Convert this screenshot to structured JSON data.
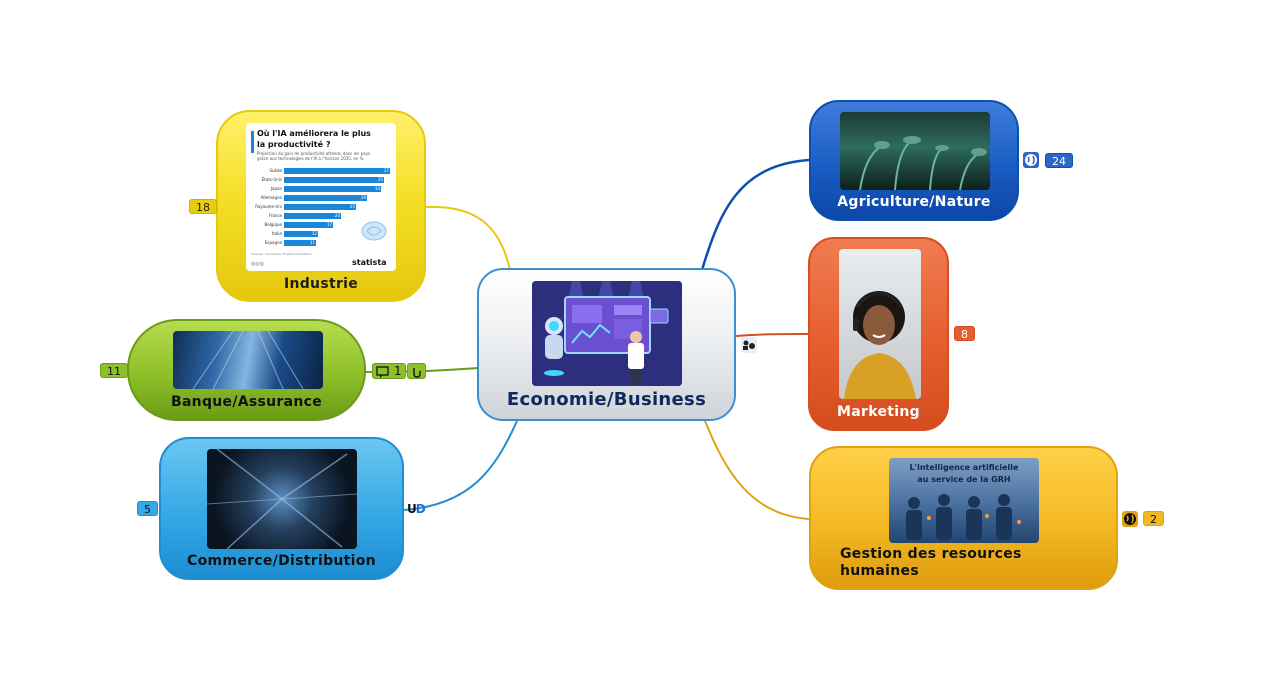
{
  "central": {
    "title": "Economie/Business"
  },
  "branches": {
    "industrie": {
      "label": "Industrie",
      "count": "18",
      "chart": {
        "title_line1": "Où l'IA améliorera le plus",
        "title_line2": "la productivité ?",
        "subtitle_line1": "Projection du gain de productivité attendu dans les pays",
        "subtitle_line2": "grâce aux technologies de l'IA à l'horizon 2035, en %",
        "countries": [
          "Suède",
          "États-Unis",
          "Japon",
          "Allemagne",
          "Royaume-Uni",
          "France",
          "Belgique",
          "Italie",
          "Espagne"
        ],
        "values": [
          "37",
          "35",
          "34",
          "29",
          "25",
          "20",
          "17",
          "12",
          "11"
        ],
        "source": "Sources : Accenture, Frontier Economics",
        "brand": "statista"
      }
    },
    "banque": {
      "label": "Banque/Assurance",
      "count": "11",
      "comment_count": "1"
    },
    "commerce": {
      "label": "Commerce/Distribution",
      "count": "5"
    },
    "agriculture": {
      "label": "Agriculture/Nature",
      "count": "24"
    },
    "marketing": {
      "label": "Marketing",
      "count": "8"
    },
    "grh": {
      "label_line1": "Gestion des resources",
      "label_line2": "humaines",
      "count": "2",
      "image_text_line1": "L'intelligence artificielle",
      "image_text_line2": "au service de la GRH"
    }
  },
  "icons": {
    "agriculture": "globe-icon",
    "grh": "globe-icon",
    "banque": [
      "comment-icon",
      "link-icon"
    ],
    "commerce": "ud-logo-icon",
    "central": "people-icon"
  },
  "colors": {
    "industrie": "#f3dd22",
    "banque": "#8dc02a",
    "commerce": "#35a8e6",
    "agriculture": "#1b5dc4",
    "marketing": "#e55e2f",
    "grh": "#f3b923",
    "central_border": "#3d8fd1"
  }
}
